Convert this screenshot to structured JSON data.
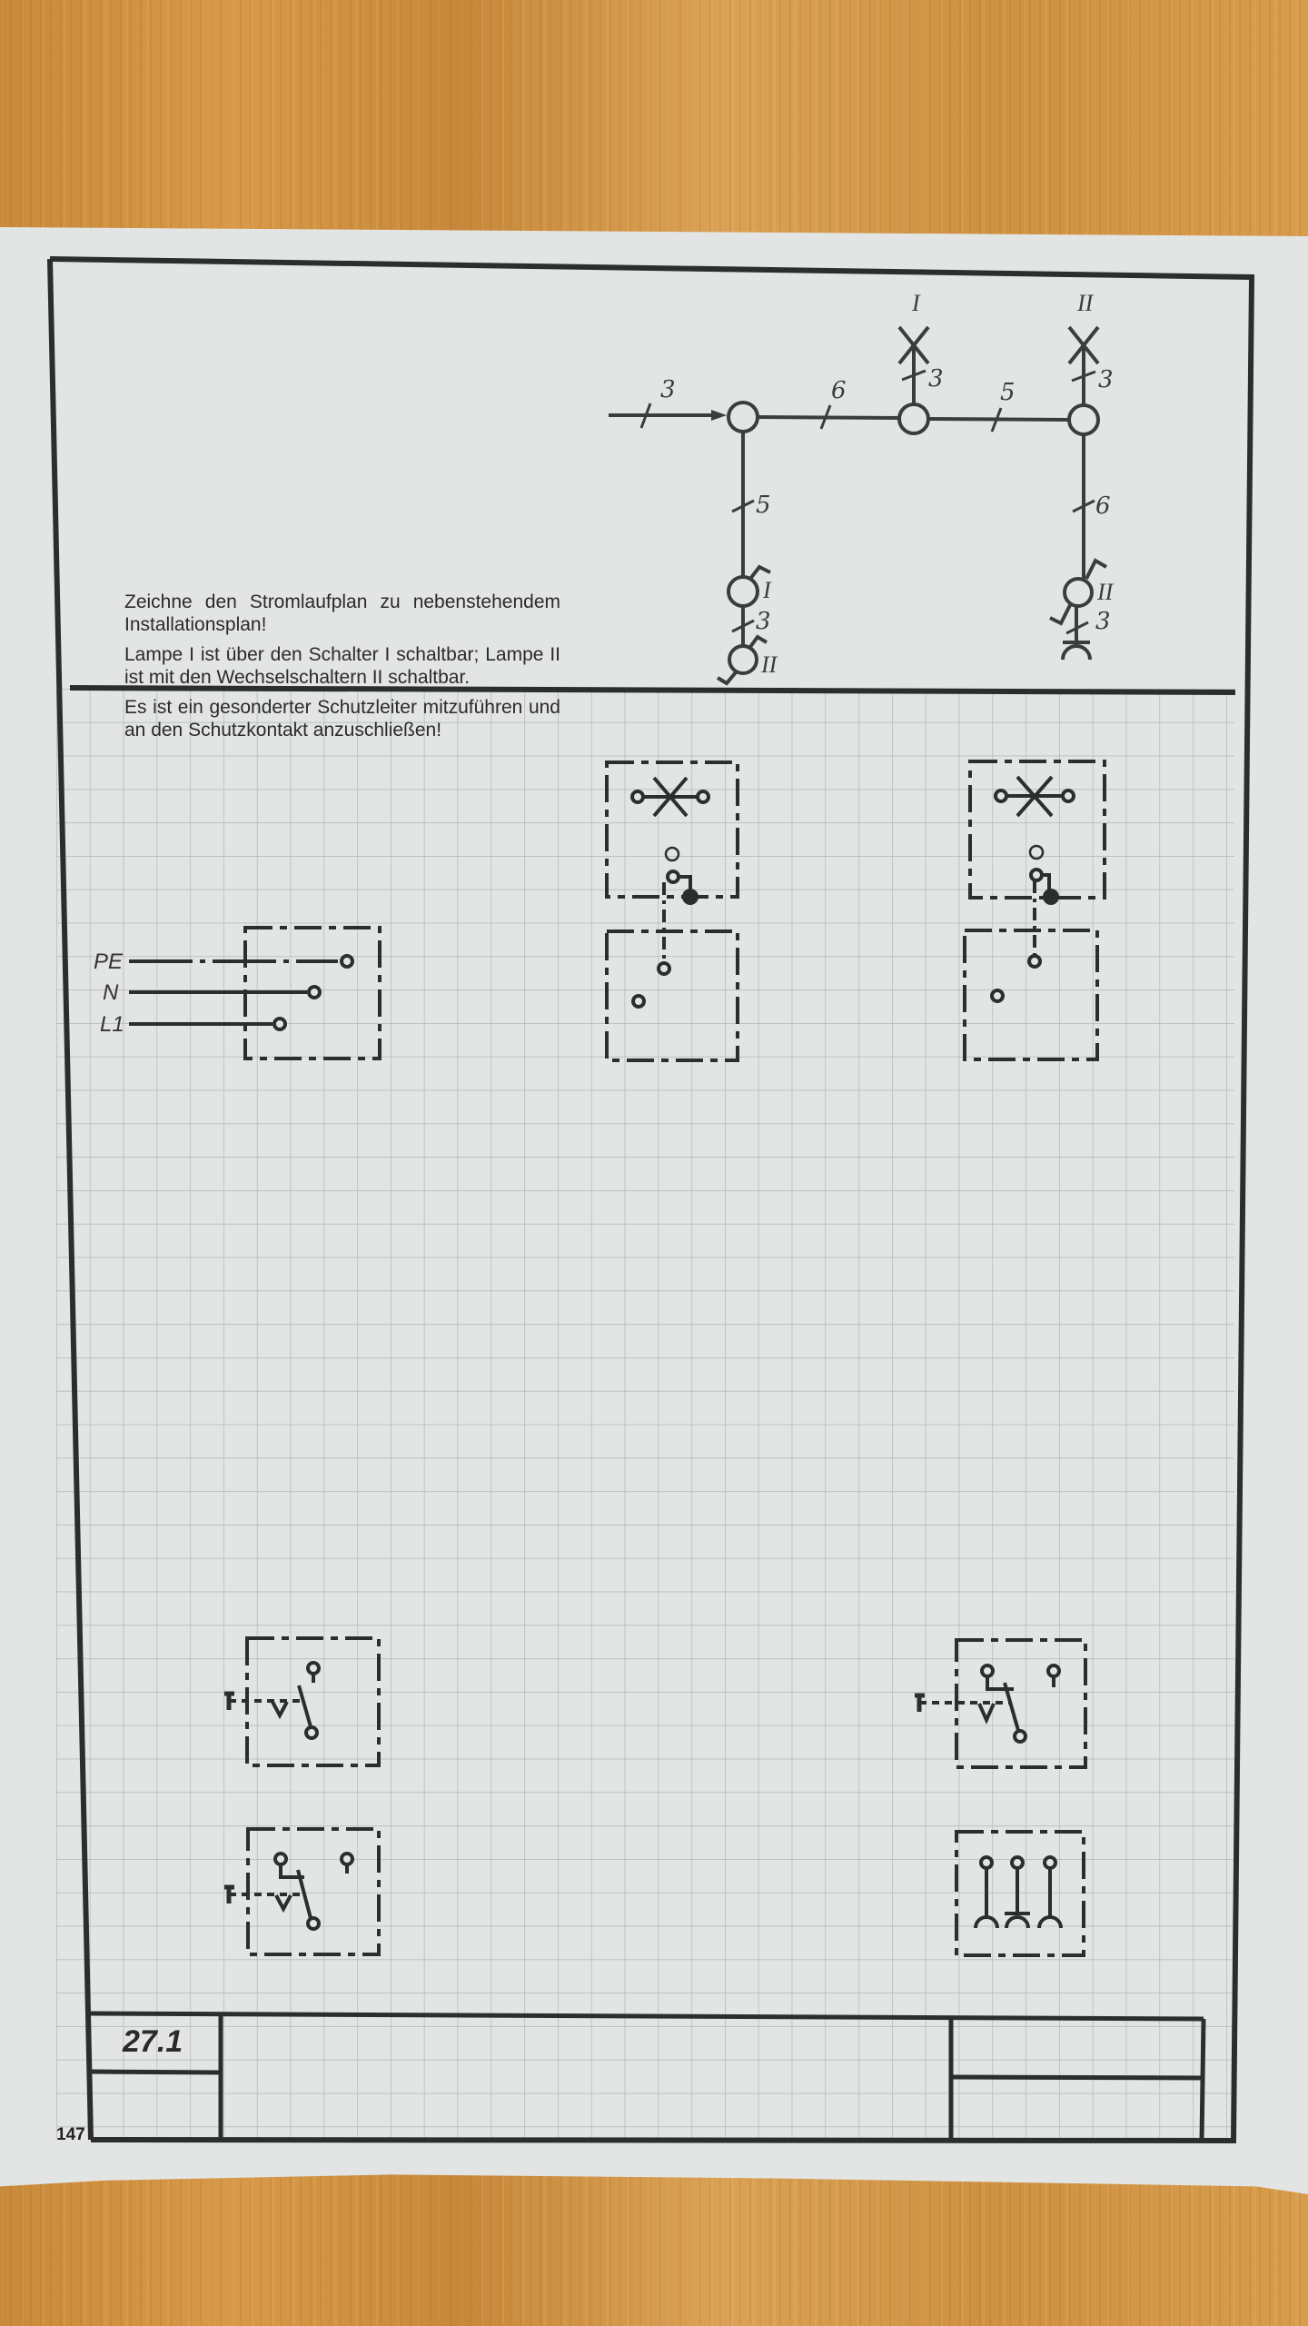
{
  "worksheet": {
    "instructions": [
      "Zeichne den Stromlaufplan zu nebenstehendem Installationsplan!",
      "Lampe I ist über den Schalter I schaltbar; Lampe II ist mit den Wechselschaltern II schaltbar.",
      "Es ist ein gesonderter Schutzleiter mitzuführen und an den Schutzkontakt anzuschließen!"
    ],
    "exercise_number": "27.1",
    "page_number": "147"
  },
  "installation_plan": {
    "feed_wire_count": "3",
    "segments": {
      "junction1_to_junction2": "6",
      "junction2_to_junction3": "5",
      "junction1_down": "5",
      "junction3_down": "6",
      "junction2_to_lamp1": "3",
      "junction3_to_lamp2": "3",
      "switch1_to_switch2": "3",
      "switch2_to_socket": "3"
    },
    "lamp_labels": [
      "I",
      "II"
    ],
    "switch_labels": [
      "I",
      "II",
      "II"
    ]
  },
  "circuit_grid": {
    "supply_conductors": [
      "PE",
      "N",
      "L1"
    ]
  },
  "colors": {
    "paper": "#e3e5e5",
    "ink": "#2b2d2f",
    "grid": "#b4b7b8",
    "wood": "#d1913f"
  }
}
